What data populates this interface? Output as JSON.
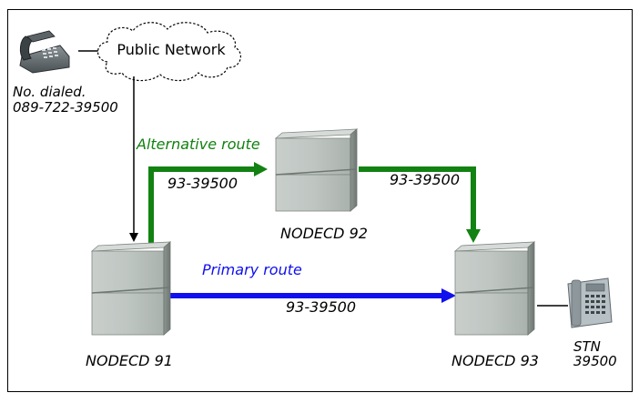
{
  "cloud": {
    "label": "Public Network"
  },
  "dialed": {
    "line1": "No. dialed.",
    "line2": "089-722-39500"
  },
  "routes": {
    "alternative": {
      "label": "Alternative route",
      "color": "#128212"
    },
    "primary": {
      "label": "Primary route",
      "color": "#1010ee"
    }
  },
  "numbers": {
    "alt_in": "93-39500",
    "alt_out": "93-39500",
    "primary": "93-39500"
  },
  "nodes": {
    "n91": "NODECD 91",
    "n92": "NODECD 92",
    "n93": "NODECD 93"
  },
  "station": {
    "type": "STN",
    "number": "39500"
  },
  "icons": {
    "caller_phone": "desk-phone-icon",
    "station_phone": "system-phone-icon",
    "cloud": "cloud-icon",
    "node": "pbx-cabinet-icon"
  }
}
